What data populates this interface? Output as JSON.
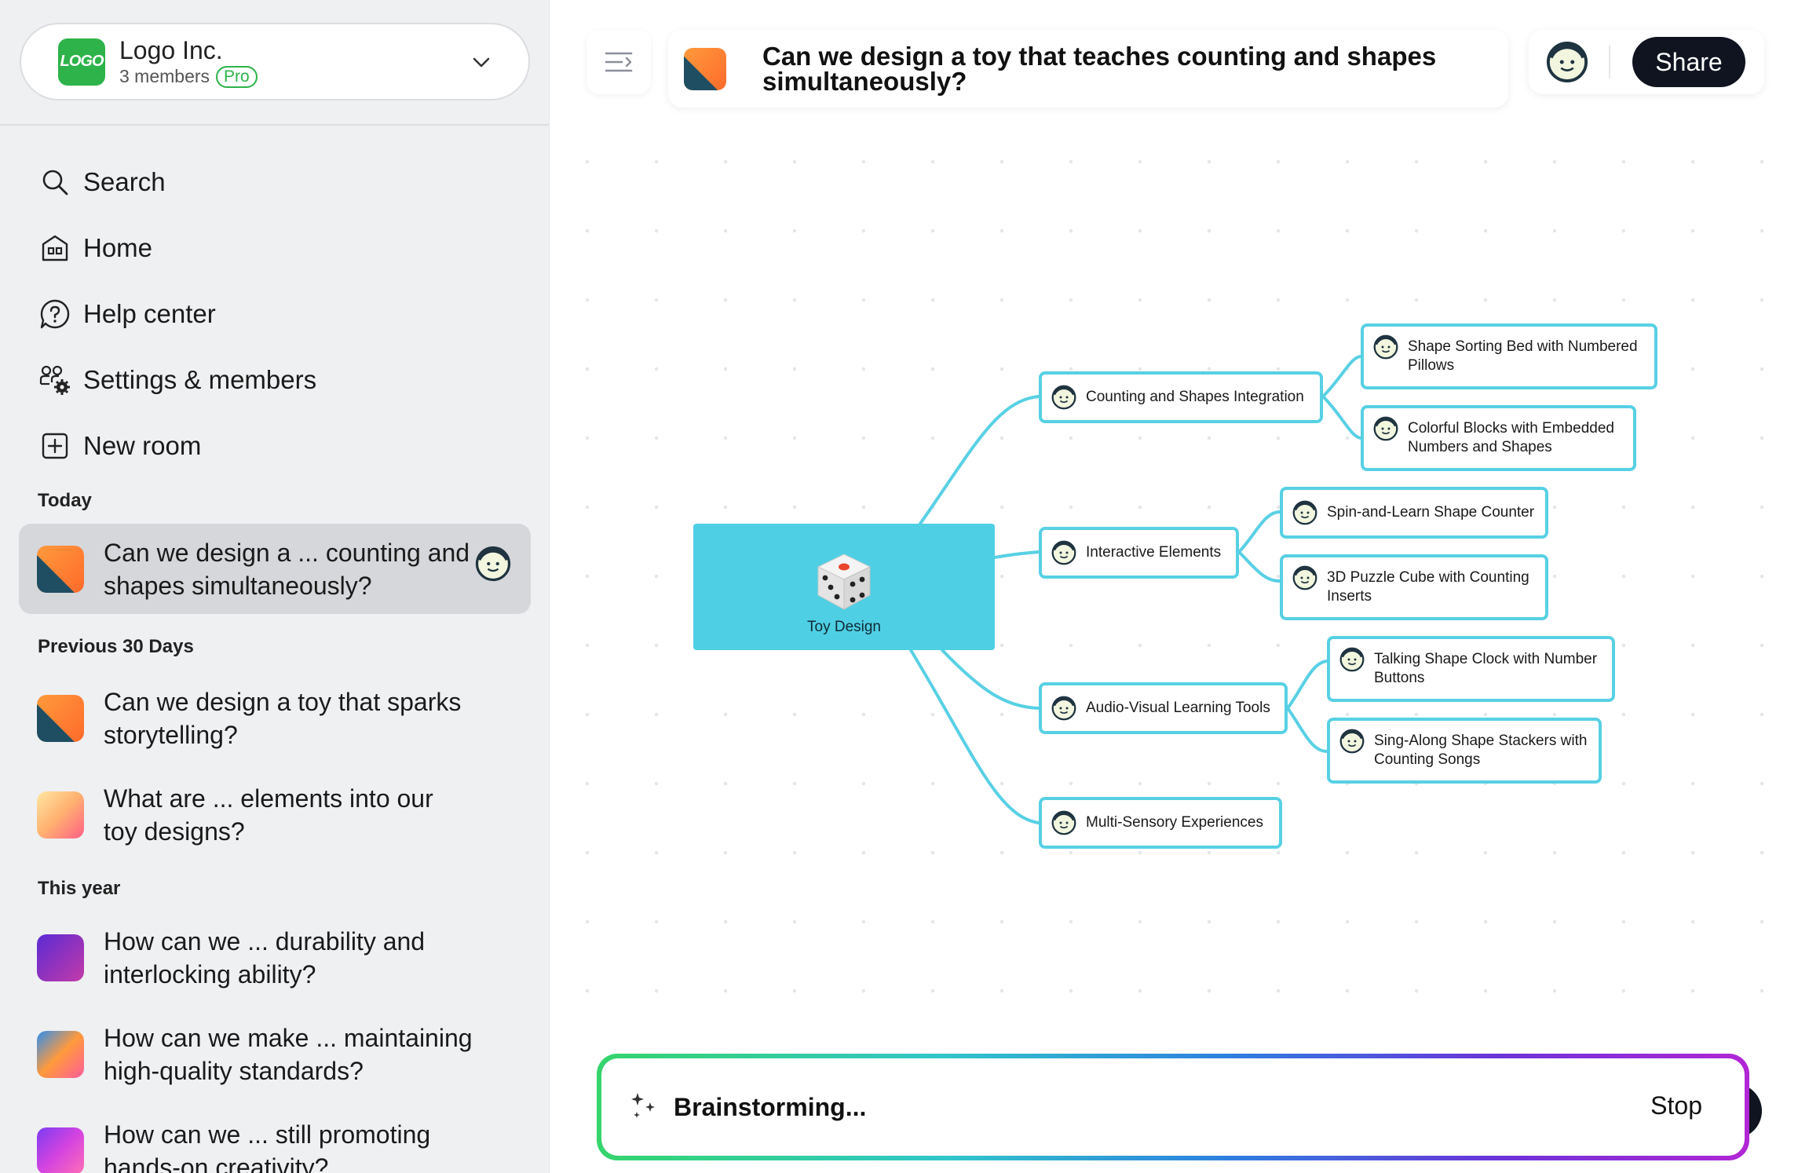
{
  "org": {
    "logo_text": "LOGO",
    "name": "Logo Inc.",
    "members": "3 members",
    "plan": "Pro"
  },
  "nav": {
    "search": "Search",
    "home": "Home",
    "help": "Help center",
    "settings": "Settings & members",
    "new_room": "New room"
  },
  "sections": {
    "today": "Today",
    "previous": "Previous 30 Days",
    "year": "This year"
  },
  "rooms": [
    {
      "title": "Can we design a ... counting and shapes simultaneously?",
      "active": true
    },
    {
      "title": "Can we design a toy that sparks storytelling?"
    },
    {
      "title": "What are ... elements into our toy designs?"
    },
    {
      "title": "How can we ... durability and interlocking ability?"
    },
    {
      "title": "How can we make ... maintaining high-quality standards?"
    },
    {
      "title": "How can we ... still promoting hands-on creativity?"
    }
  ],
  "header": {
    "title": "Can we design a toy that teaches counting and shapes simultaneously?",
    "share": "Share"
  },
  "mindmap": {
    "root": "Toy Design",
    "branches": [
      {
        "label": "Counting and Shapes Integration",
        "children": [
          "Shape Sorting Bed with Numbered Pillows",
          "Colorful Blocks with Embedded Numbers and Shapes"
        ]
      },
      {
        "label": "Interactive Elements",
        "children": [
          "Spin-and-Learn Shape Counter",
          "3D Puzzle Cube with Counting Inserts"
        ]
      },
      {
        "label": "Audio-Visual Learning Tools",
        "children": [
          "Talking Shape Clock with Number Buttons",
          "Sing-Along Shape Stackers with Counting Songs"
        ]
      },
      {
        "label": "Multi-Sensory Experiences",
        "children": []
      }
    ]
  },
  "status": {
    "label": "Brainstorming...",
    "stop": "Stop"
  },
  "colors": {
    "accent": "#4fcfe3",
    "node_border": "#58d0e4",
    "pro_green": "#2db34a",
    "dark": "#0f1420"
  }
}
